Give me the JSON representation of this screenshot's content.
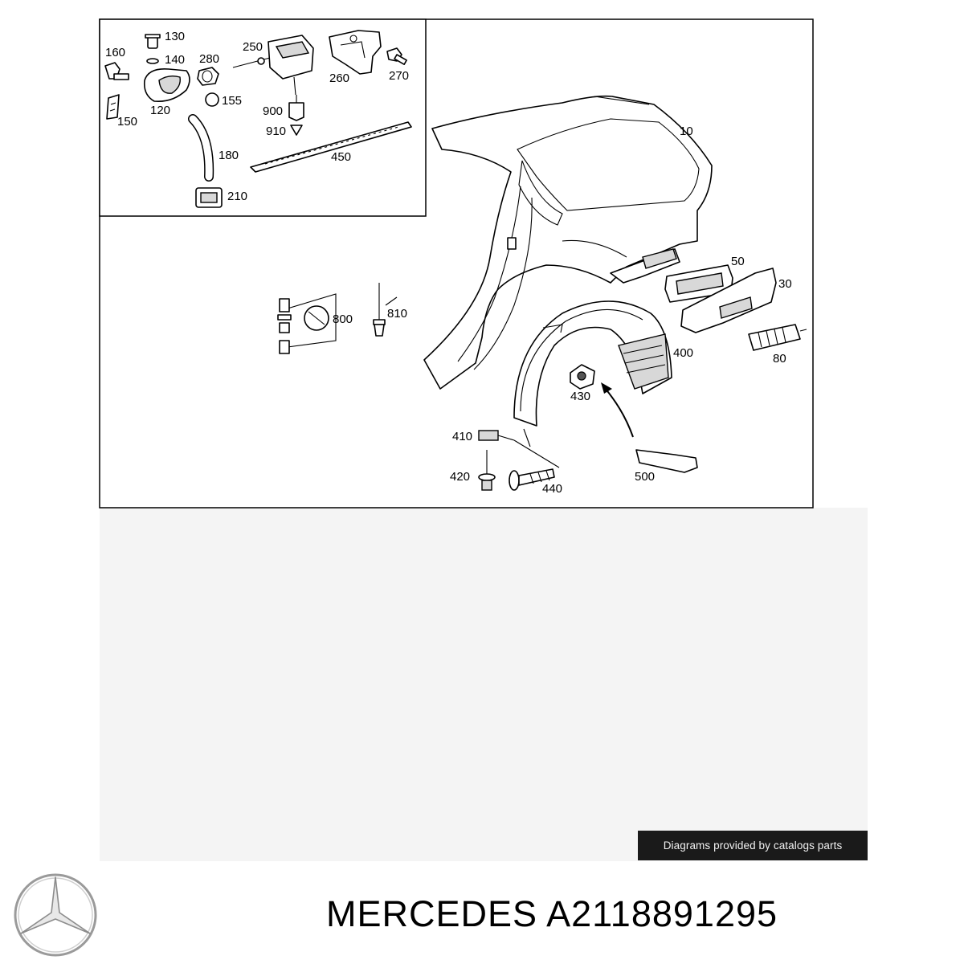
{
  "diagram": {
    "callouts": {
      "p130": "130",
      "p140": "140",
      "p160": "160",
      "p120": "120",
      "p150": "150",
      "p280": "280",
      "p155": "155",
      "p250": "250",
      "p260": "260",
      "p270": "270",
      "p900": "900",
      "p910": "910",
      "p180": "180",
      "p450": "450",
      "p210": "210",
      "p10": "10",
      "p50": "50",
      "p30": "30",
      "p80": "80",
      "p400": "400",
      "p800": "800",
      "p810": "810",
      "p430": "430",
      "p410": "410",
      "p420": "420",
      "p440": "440",
      "p500": "500"
    }
  },
  "credit": {
    "text": "Diagrams provided by catalogs parts"
  },
  "footer": {
    "brand": "MERCEDES",
    "part_number": "A2118891295",
    "logo_icon": "mercedes-star-logo"
  }
}
